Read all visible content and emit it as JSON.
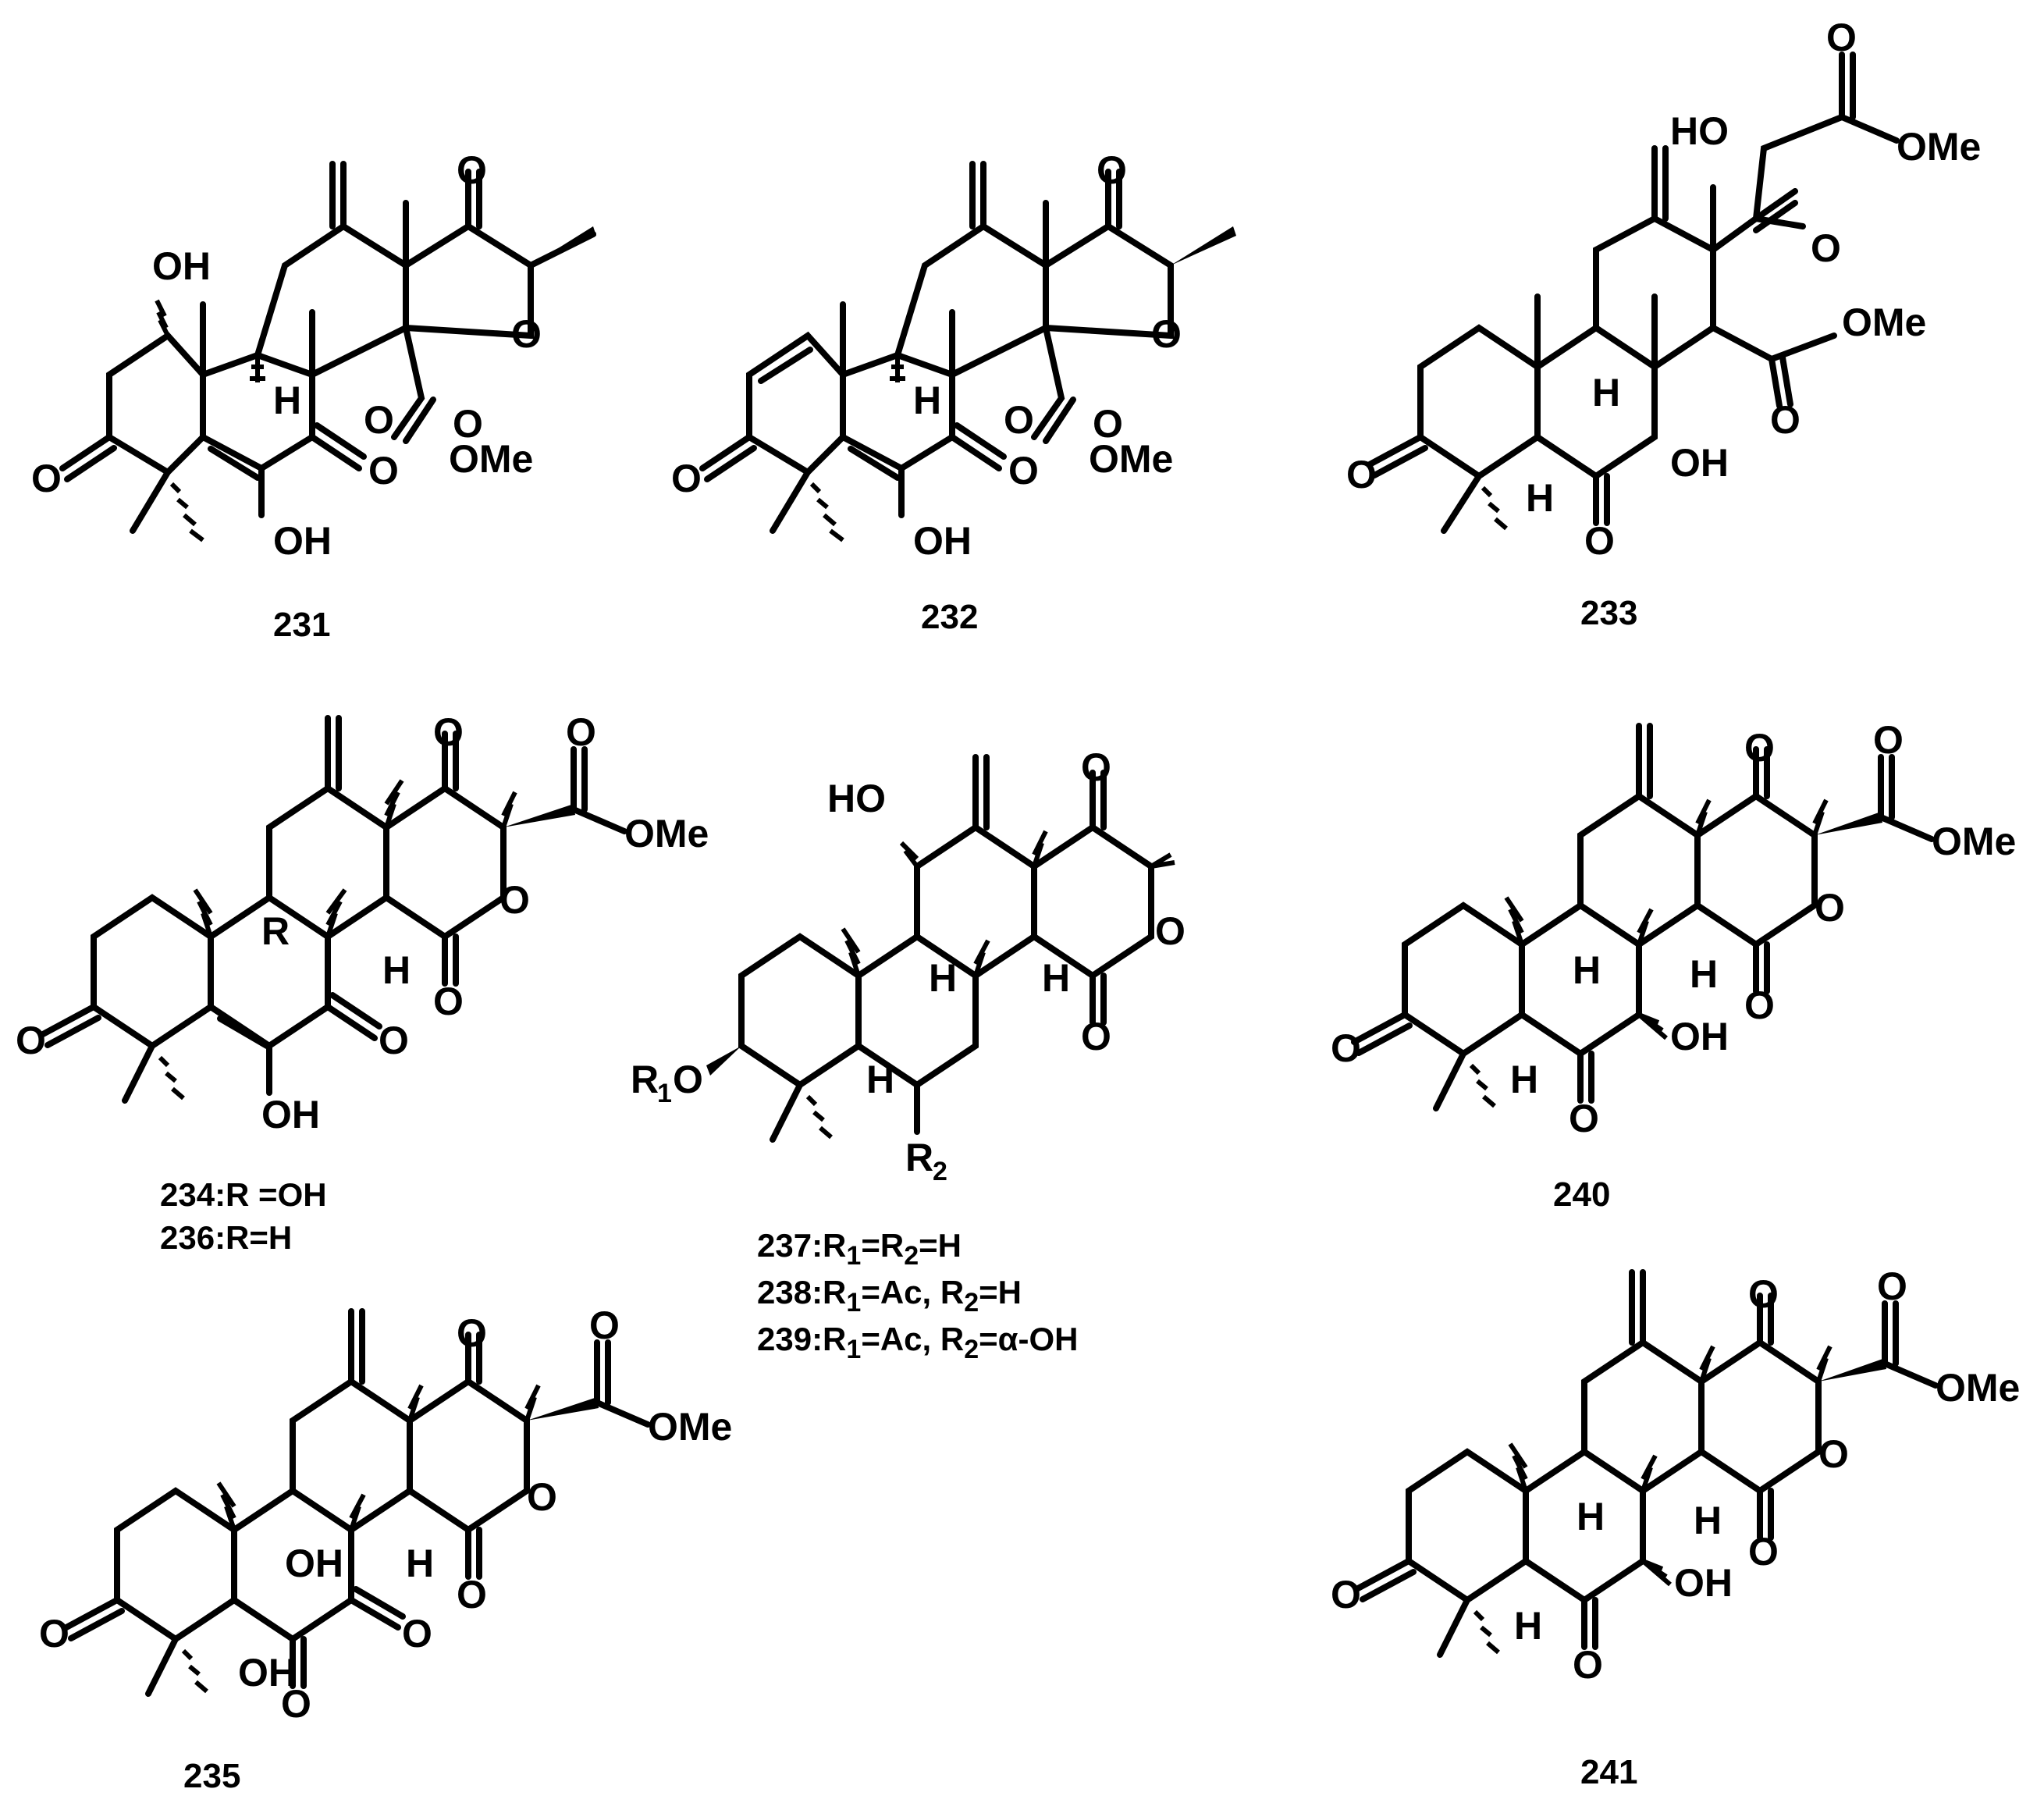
{
  "compounds": [
    {
      "id": "c231",
      "label": "231"
    },
    {
      "id": "c232",
      "label": "232"
    },
    {
      "id": "c233",
      "label": "233"
    },
    {
      "id": "c234",
      "label": "234:R =OH",
      "label2": "236:R=H"
    },
    {
      "id": "c237",
      "label": "237:R1=R2=H",
      "label2": "238:R1=Ac, R2=H",
      "label3": "239:R1=Ac, R2=α-OH"
    },
    {
      "id": "c240",
      "label": "240"
    },
    {
      "id": "c235",
      "label": "235"
    },
    {
      "id": "c241",
      "label": "241"
    }
  ],
  "atoms": {
    "O": "O",
    "OH": "OH",
    "HO": "HO",
    "H": "H",
    "OMe": "OMe",
    "R": "R",
    "R1": "R",
    "R1sub": "1",
    "R2": "R",
    "R2sub": "2",
    "HOtilde": "HO"
  },
  "captions": {
    "c231": "231",
    "c232": "232",
    "c233": "233",
    "c234a": "234:R =OH",
    "c236": "236:R=H",
    "c237a": "237:R",
    "c237s1": "1",
    "c237b": "=R",
    "c237s2": "2",
    "c237c": "=H",
    "c238a": "238:R",
    "c238s1": "1",
    "c238b": "=Ac, R",
    "c238s2": "2",
    "c238c": "=H",
    "c239a": "239:R",
    "c239s1": "1",
    "c239b": "=Ac, R",
    "c239s2": "2",
    "c239c": "=α-OH",
    "c240": "240",
    "c235": "235",
    "c241": "241"
  }
}
